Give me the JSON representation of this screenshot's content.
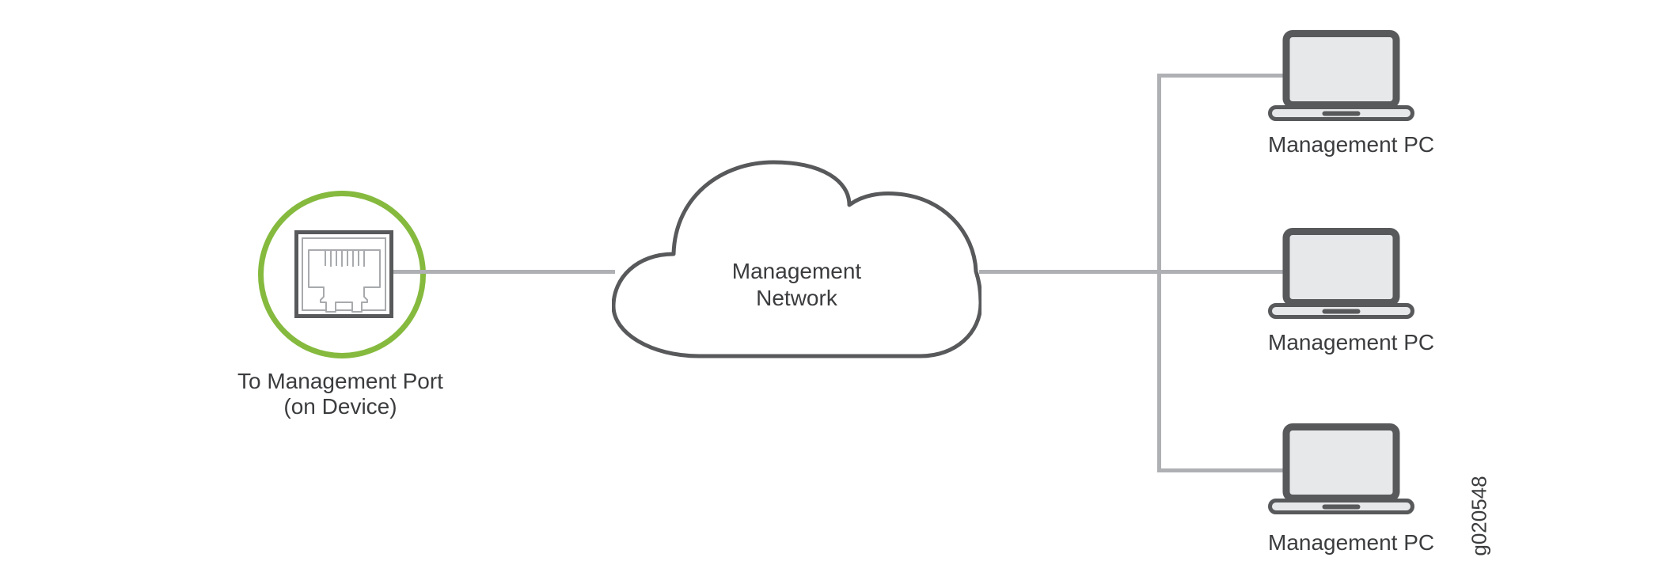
{
  "figure": {
    "id": "g020548"
  },
  "colors": {
    "accent_green": "#85ba3e",
    "dark_stroke": "#58595b",
    "light_fill": "#e7e8e9",
    "connector_gray": "#aeb0b3",
    "port_inner_gray": "#a8aaad",
    "text": "#3b3c3e",
    "background": "#ffffff"
  },
  "nodes": {
    "management_port": {
      "icon": "rj45-port-icon",
      "label_line1": "To Management Port",
      "label_line2": "(on Device)"
    },
    "management_network": {
      "icon": "cloud-icon",
      "label_line1": "Management",
      "label_line2": "Network"
    },
    "management_pcs": [
      {
        "icon": "laptop-icon",
        "label": "Management PC"
      },
      {
        "icon": "laptop-icon",
        "label": "Management PC"
      },
      {
        "icon": "laptop-icon",
        "label": "Management PC"
      }
    ]
  },
  "connections": [
    {
      "from": "management-port",
      "to": "management-network",
      "style": "solid-gray"
    },
    {
      "from": "management-network",
      "to": "management-pc-1",
      "style": "solid-gray"
    },
    {
      "from": "management-network",
      "to": "management-pc-2",
      "style": "solid-gray"
    },
    {
      "from": "management-network",
      "to": "management-pc-3",
      "style": "solid-gray"
    }
  ]
}
